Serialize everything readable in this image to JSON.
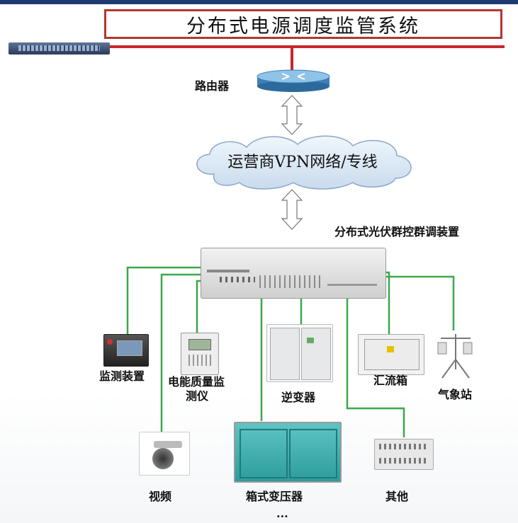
{
  "title": "分布式电源调度监管系统",
  "router_label": "路由器",
  "cloud_label": "运营商VPN网络/专线",
  "controller_label": "分布式光伏群控群调装置",
  "devices": {
    "monitor": "监测装置",
    "power_quality_line1": "电能质量监",
    "power_quality_line2": "测仪",
    "inverter": "逆变器",
    "combiner_box": "汇流箱",
    "weather_station": "气象站",
    "video": "视频",
    "box_transformer": "箱式变压器",
    "other": "其他"
  },
  "ellipsis": "...",
  "colors": {
    "title_border": "#b5362c",
    "red_line": "#c8262a",
    "green_line": "#3aa84a"
  }
}
